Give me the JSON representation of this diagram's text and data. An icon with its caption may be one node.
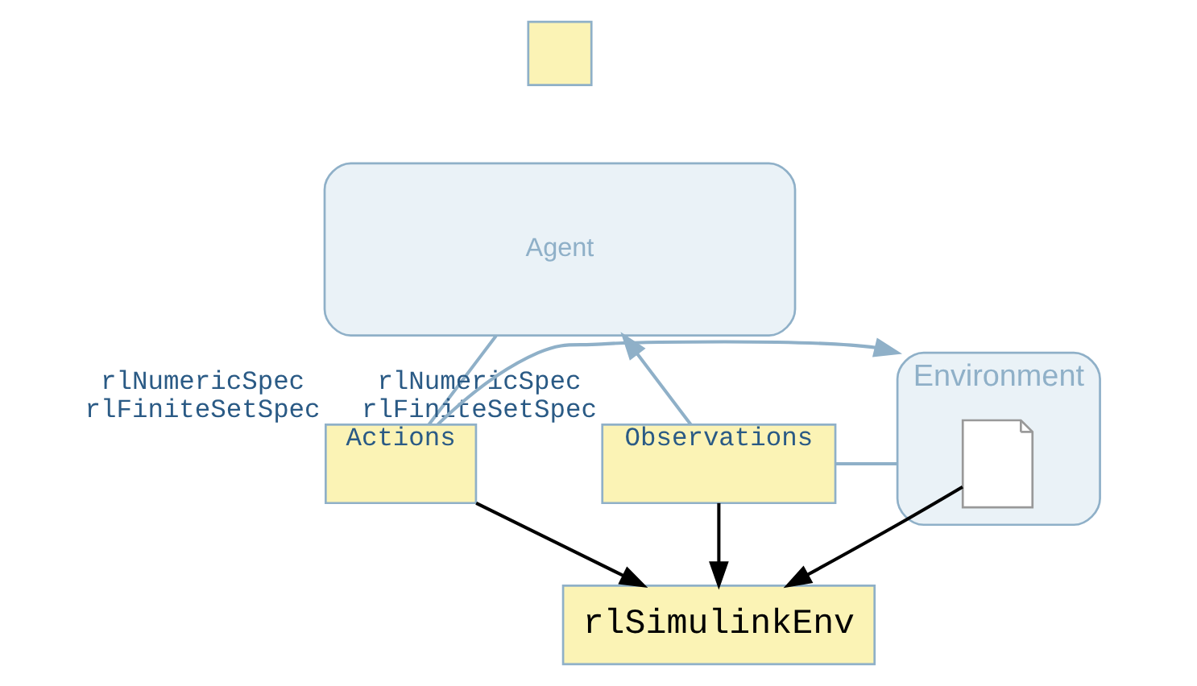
{
  "diagram": {
    "nodes": [
      {
        "text": [],
        "shape": "box"
      },
      {
        "text": [
          "Agent"
        ]
      },
      {
        "text": [
          "Observations"
        ],
        "beside": [
          "rlNumericSpec",
          "rlFiniteSetSpec"
        ]
      },
      {
        "text": [
          "Actions"
        ],
        "beside": [
          "rlNumericSpec",
          "rlFiniteSetSpec"
        ]
      },
      {
        "text": [
          "Environment"
        ]
      },
      {
        "text": [],
        "shape": "note",
        "in": 4
      },
      {
        "text": [
          "rlSimulinkEnv"
        ]
      }
    ],
    "edges": [
      {
        "from": 4,
        "to": 2,
        "arrow": "none"
      },
      {
        "from": 2,
        "to": 1,
        "arrow": "to"
      },
      {
        "from": 1,
        "to": 3,
        "arrow": "none"
      },
      {
        "from": 3,
        "to": 4,
        "arrow": "to"
      },
      {
        "from": 2,
        "to": 6,
        "arrow": "to",
        "color": "#000000"
      },
      {
        "from": 3,
        "to": 6,
        "arrow": "to",
        "color": "#000000"
      },
      {
        "from": 5,
        "to": 6,
        "arrow": "to",
        "color": "#000000"
      }
    ]
  }
}
